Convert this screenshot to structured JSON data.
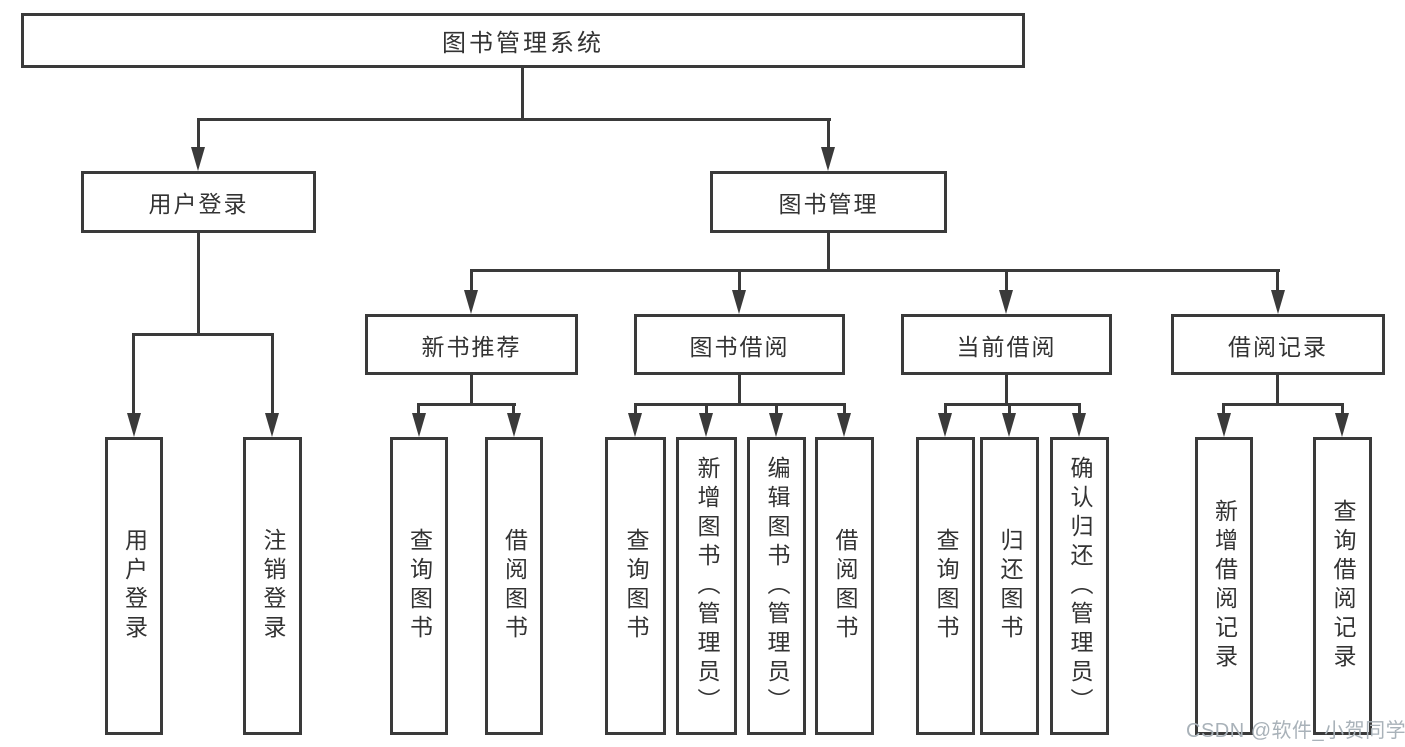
{
  "diagram": {
    "root": {
      "label": "图书管理系统"
    },
    "level1": [
      {
        "label": "用户登录"
      },
      {
        "label": "图书管理"
      }
    ],
    "level2": [
      {
        "label": "新书推荐"
      },
      {
        "label": "图书借阅"
      },
      {
        "label": "当前借阅"
      },
      {
        "label": "借阅记录"
      }
    ],
    "leaves": [
      {
        "label": "用户登录"
      },
      {
        "label": "注销登录"
      },
      {
        "label": "查询图书"
      },
      {
        "label": "借阅图书"
      },
      {
        "label": "查询图书"
      },
      {
        "label": "新增图书（管理员）"
      },
      {
        "label": "编辑图书（管理员）"
      },
      {
        "label": "借阅图书"
      },
      {
        "label": "查询图书"
      },
      {
        "label": "归还图书"
      },
      {
        "label": "确认归还（管理员）"
      },
      {
        "label": "新增借阅记录"
      },
      {
        "label": "查询借阅记录"
      }
    ],
    "colors": {
      "line": "#3a3a3a",
      "text": "#333333",
      "background": "#ffffff",
      "watermark": "#a9b2b9"
    }
  },
  "watermark": {
    "text": "CSDN @软件_小贺同学"
  }
}
